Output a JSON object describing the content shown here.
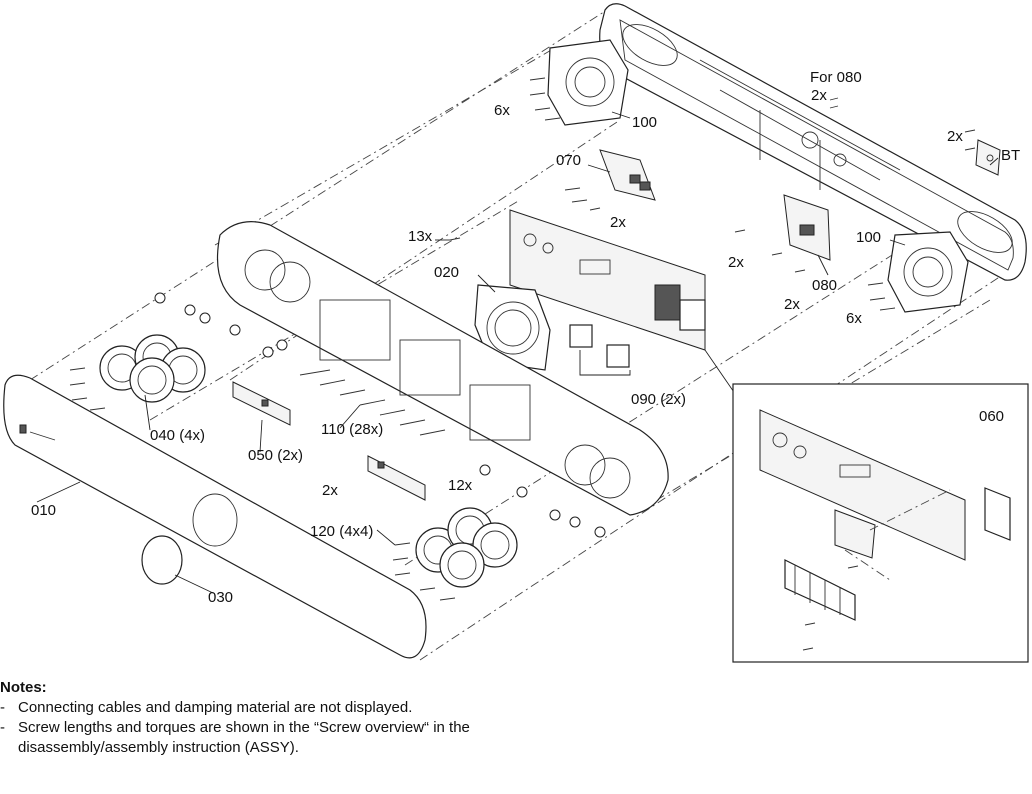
{
  "labels": {
    "l010": "010",
    "l020": "020",
    "l030": "030",
    "l040": "040 (4x)",
    "l050": "050 (2x)",
    "l060": "060",
    "l070": "070",
    "l080": "080",
    "l090": "090 (2x)",
    "l100a": "100",
    "l100b": "100",
    "l110": "110 (28x)",
    "l120": "120 (4x4)",
    "bt": "BT",
    "for080": "For 080",
    "q2x_for080": "2x",
    "q2x_bt": "2x",
    "q6x_top": "6x",
    "q6x_right": "6x",
    "q2x_070": "2x",
    "q13x": "13x",
    "q2x_a": "2x",
    "q2x_b": "2x",
    "q2x_mid": "2x",
    "q12x": "12x"
  },
  "notes": {
    "title": "Notes:",
    "items": [
      {
        "dash": "-",
        "line1": "Connecting cables and damping material are not displayed.",
        "line2": ""
      },
      {
        "dash": "-",
        "line1": "Screw lengths and torques are shown in the “Screw overview“ in the",
        "line2": "disassembly/assembly instruction (ASSY)."
      }
    ]
  }
}
